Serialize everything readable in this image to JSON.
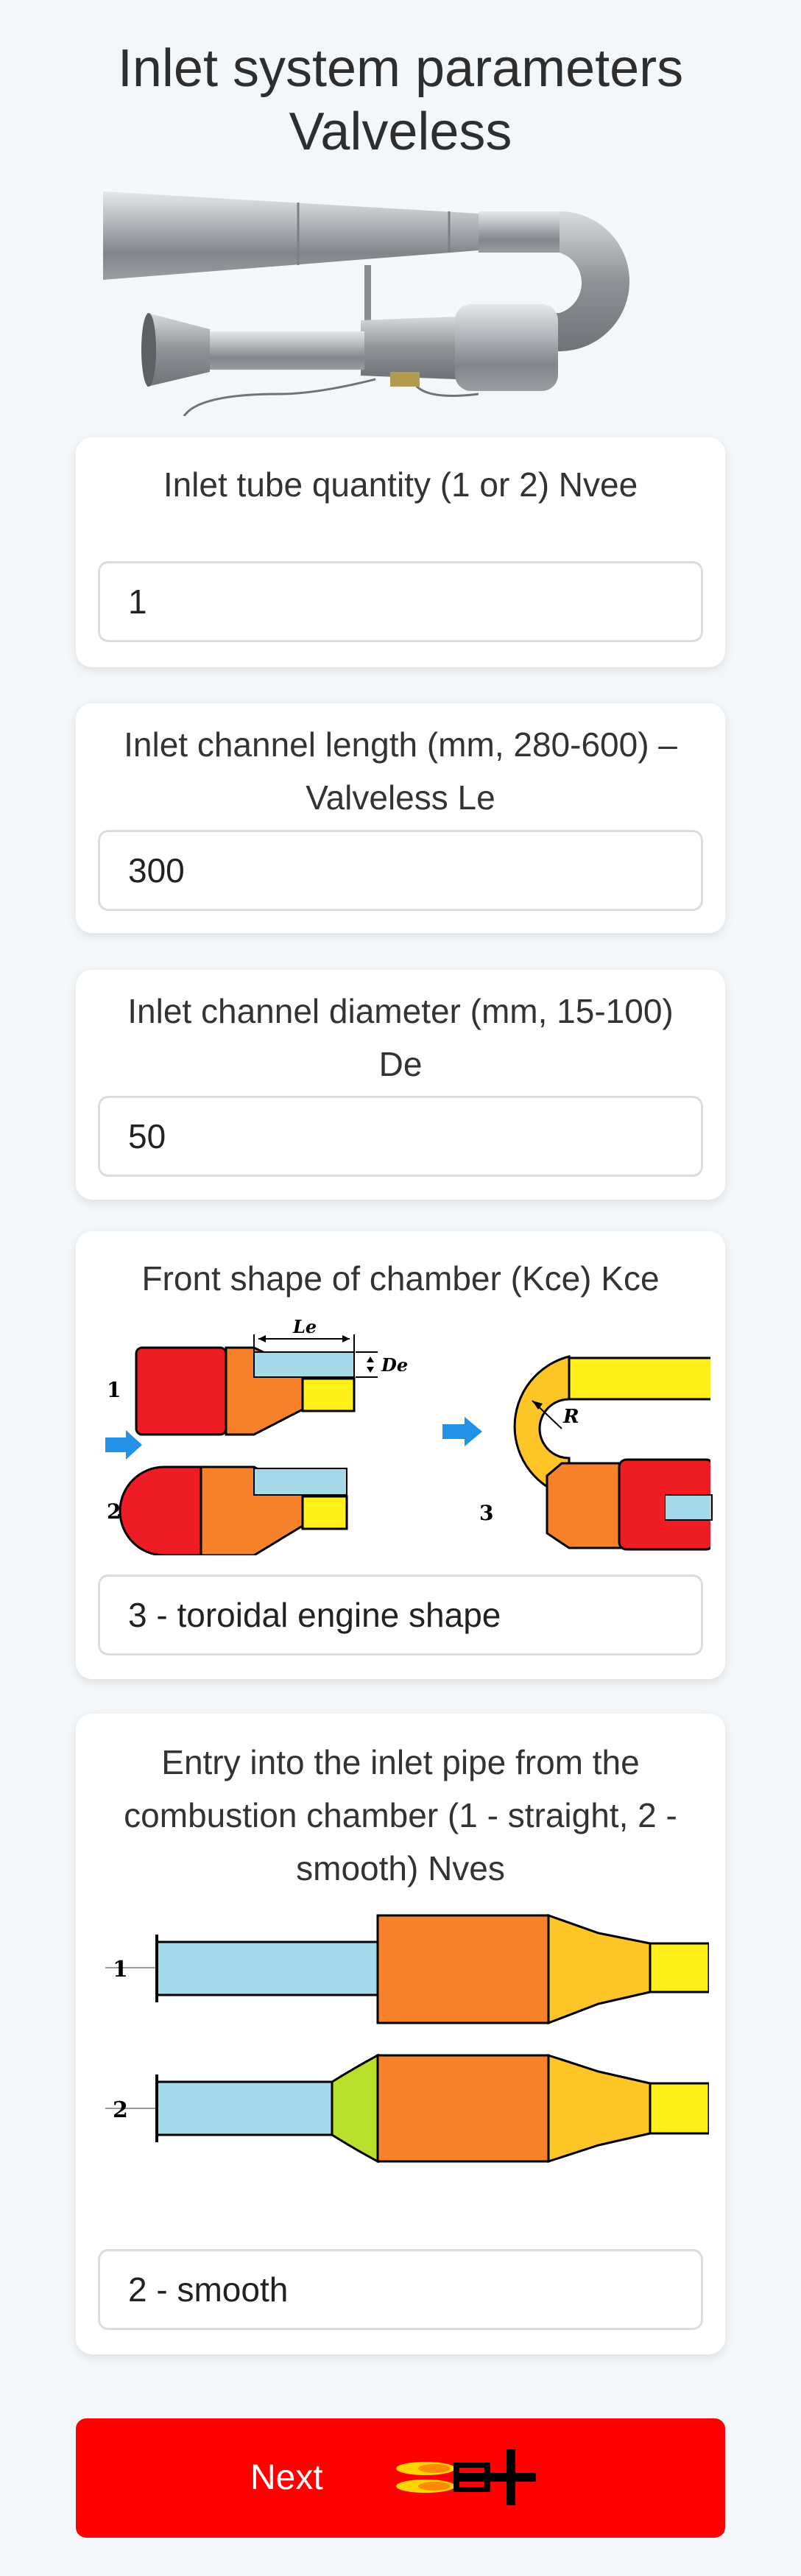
{
  "page": {
    "title_line1": "Inlet system parameters",
    "title_line2": "Valveless"
  },
  "cards": {
    "tube_quantity": {
      "label": "Inlet tube quantity (1 or 2) Nvee",
      "value": "1"
    },
    "channel_length": {
      "label_line1": "Inlet channel length (mm, 280-600) –",
      "label_line2": "Valveless Le",
      "value": "300"
    },
    "channel_diameter": {
      "label_line1": "Inlet channel diameter (mm, 15-100)",
      "label_line2": "De",
      "value": "50"
    },
    "chamber_shape": {
      "label": "Front shape of chamber (Kce) Kce",
      "value": "3 - toroidal engine shape",
      "diagram_labels": {
        "n1": "1",
        "n2": "2",
        "n3": "3",
        "le": "Le",
        "de": "De",
        "r": "R"
      }
    },
    "entry_type": {
      "label_line1": "Entry into the inlet pipe from the",
      "label_line2": "combustion chamber (1 - straight, 2 -",
      "label_line3": "smooth) Nves",
      "value": "2 - smooth",
      "diagram_labels": {
        "n1": "1",
        "n2": "2"
      }
    }
  },
  "buttons": {
    "next_label": "Next"
  },
  "colors": {
    "red": "#ee1c25",
    "orange": "#f7822b",
    "yellow": "#ffef1a",
    "gold": "#fdc526",
    "lightblue": "#a5d9ea",
    "green": "#b8e02a",
    "arrow_blue": "#2391e6",
    "button": "#ff0000"
  },
  "icons": [
    "engine-photo",
    "jet-engine-icon",
    "arrow-right-icon"
  ]
}
